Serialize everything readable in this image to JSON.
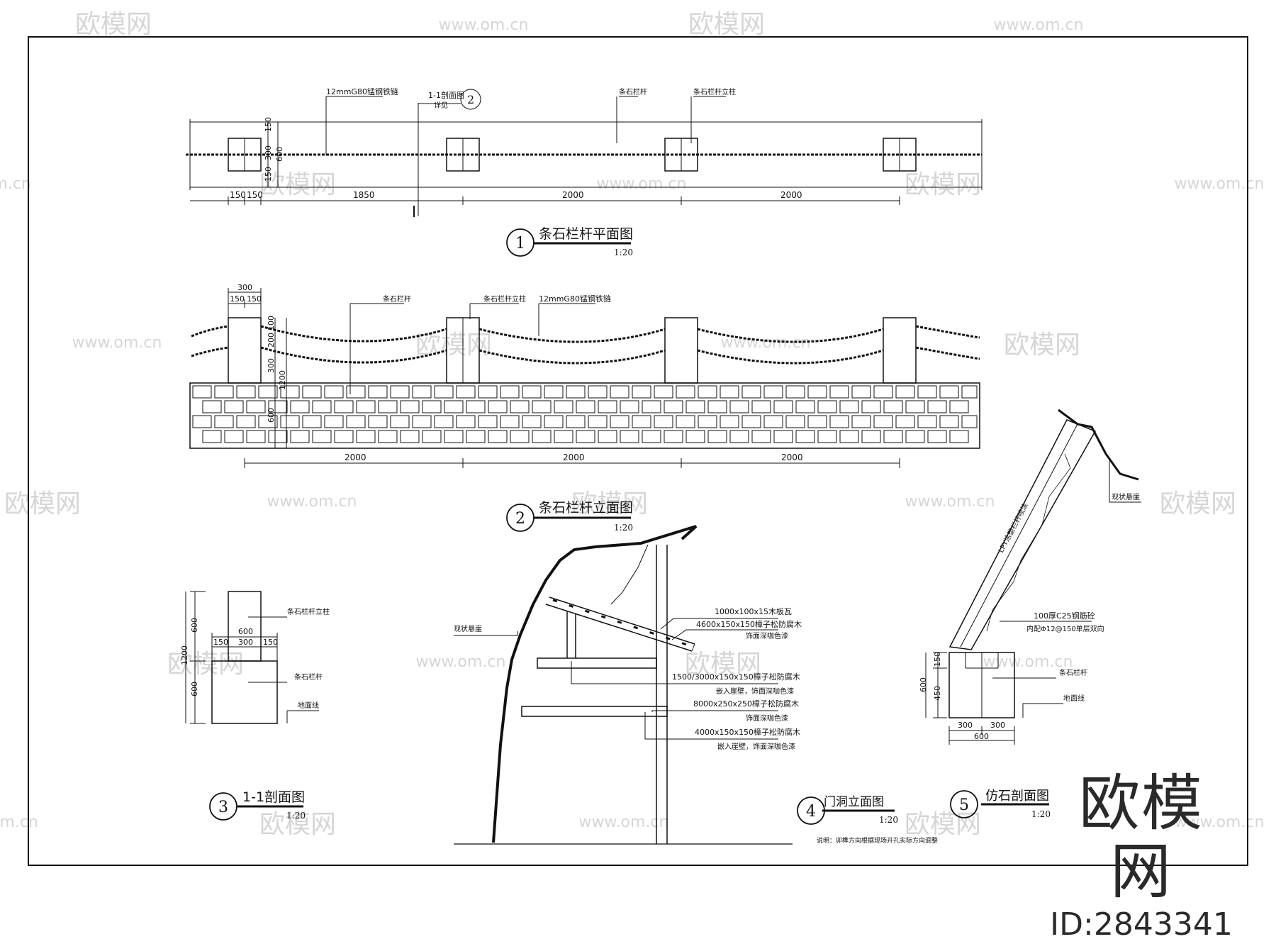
{
  "watermark": {
    "brand": "欧模网",
    "url": "www.om.cn",
    "url_partial": "om.cn"
  },
  "brand_box": {
    "name": "欧模网",
    "id": "ID:2843341"
  },
  "drawing_1": {
    "number": "1",
    "title": "条石栏杆平面图",
    "scale": "1:20",
    "callouts": {
      "chain": "12mmG80锰钢铁链",
      "section_ref": "1-1剖面图",
      "section_ref_sub": "详见",
      "section_ref_num": "2",
      "rail": "条石栏杆",
      "post": "条石栏杆立柱"
    },
    "dims_bottom": [
      "150",
      "150",
      "1850",
      "2000",
      "2000"
    ],
    "dims_left": [
      "150",
      "300",
      "150"
    ],
    "dim_total": "600"
  },
  "drawing_2": {
    "number": "2",
    "title": "条石栏杆立面图",
    "scale": "1:20",
    "callouts": {
      "rail": "条石栏杆",
      "post": "条石栏杆立柱",
      "chain": "12mmG80锰钢铁链"
    },
    "dims_top": [
      "300",
      "150",
      "150"
    ],
    "dims_left": [
      "100",
      "200",
      "300",
      "600"
    ],
    "dim_total": "1200",
    "dims_bottom": [
      "2000",
      "2000",
      "2000"
    ]
  },
  "drawing_3": {
    "number": "3",
    "title": "1-1剖面图",
    "scale": "1:20",
    "callouts": {
      "post": "条石栏杆立柱",
      "rail": "条石栏杆",
      "ground": "地面线"
    },
    "dims": {
      "w_top": "600",
      "w_parts": [
        "150",
        "300",
        "150"
      ],
      "h_upper": "600",
      "h_lower": "600",
      "h_total": "1200"
    }
  },
  "drawing_4": {
    "number": "4",
    "title": "门洞立面图",
    "scale": "1:20",
    "callouts": {
      "cliff": "现状悬崖",
      "item1": "1000x100x15木板瓦",
      "item2": "4600x150x150樟子松防腐木",
      "item2_sub": "饰面深咖色漆",
      "item3": "1500/3000x150x150樟子松防腐木",
      "item3_sub": "嵌入崖壁，饰面深咖色漆",
      "item4": "8000x250x250樟子松防腐木",
      "item4_sub": "饰面深咖色漆",
      "item5": "4000x150x150樟子松防腐木",
      "item5_sub": "嵌入崖壁，饰面深咖色漆"
    },
    "note": "说明：卯榫方向根据现场开孔实际方向调整"
  },
  "drawing_5": {
    "number": "5",
    "title": "仿石剖面图",
    "scale": "1:20",
    "callouts": {
      "cliff": "现状悬崖",
      "rock": "LPY涂塑栏杆喷涂",
      "slab": "100厚C25钢筋砼",
      "slab_sub": "内配Φ12@150单层双向",
      "rail": "条石栏杆",
      "ground": "地面线"
    },
    "dims": {
      "h_upper": "150",
      "h_lower": "450",
      "h_total": "600",
      "w_parts": [
        "300",
        "300"
      ],
      "w_total": "600"
    }
  }
}
